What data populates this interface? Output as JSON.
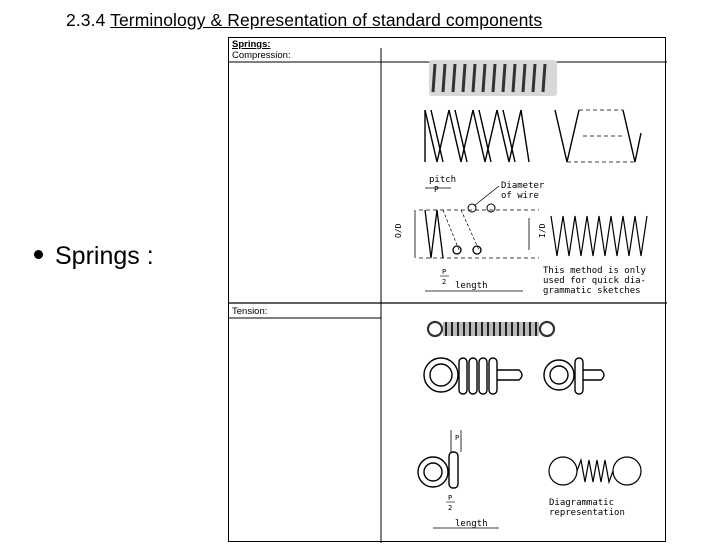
{
  "slide": {
    "heading_number": "2.3.4",
    "heading_text": "Terminology & Representation of standard components",
    "bullet": "Springs :"
  },
  "figure": {
    "title": "Springs:",
    "compression_label": "Compression:",
    "tension_label": "Tension:",
    "pitch_label": "pitch",
    "p_label": "P",
    "diameter_label": "Diameter\nof wire",
    "od_label": "O/D",
    "id_label": "I/D",
    "p_over_2_top": "P",
    "p_over_2_bottom": "2",
    "length_label": "length",
    "method_note": "This method is only\nused for quick dia-\ngrammatic sketches",
    "tension_p_label": "P",
    "tension_p2_top": "P",
    "tension_p2_bottom": "2",
    "tension_length_label": "length",
    "diagrammatic_note": "Diagrammatic\nrepresentation"
  }
}
